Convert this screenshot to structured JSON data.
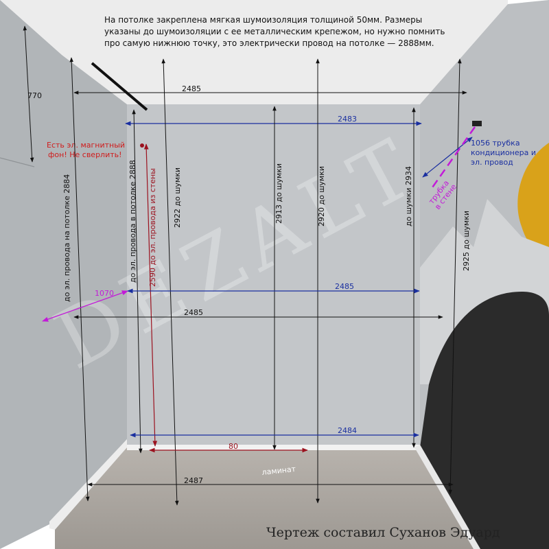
{
  "note": {
    "line1": "На потолке закреплена мягкая шумоизоляция толщиной 50мм. Размеры",
    "line2": "указаны до шумоизоляции с ее металлическим крепежом, но нужно помнить",
    "line3": "про самую нижнюю точку, это электрически провод на потолке — 2888мм."
  },
  "warning": {
    "line1": "Есть эл. магнитный",
    "line2": "фон! Не сверлить!"
  },
  "dims": {
    "left_wall_top": "770",
    "ceiling_width": "2485",
    "back_top_width": "2483",
    "back_mid_width": "2485",
    "front_mid_width": "2485",
    "back_bottom_width": "2484",
    "floor_front_width": "2487",
    "floor_gap": "80",
    "left_side_depth": "1070",
    "left_height_label": "до эл. провода на потолке 2884",
    "inner_left_height_label": "до эл. провода в потолке 2888",
    "wire_height_label": "2590 до эл. провода из стены",
    "height_2922": "2922 до шумки",
    "height_2913": "2913 до шумки",
    "height_2920": "2920 до шумки",
    "height_2934": "до шумки 2934",
    "height_2925": "2925 до шумки"
  },
  "ac": {
    "line1": "1056 трубка",
    "line2": "кондиционера и",
    "line3": "эл. провод",
    "pipe_line1": "трубка",
    "pipe_line2": "в стене"
  },
  "floor_label": "ламинат",
  "watermark": "DEZALT",
  "author": "Чертеж составил Суханов Эдуард",
  "colors": {
    "blue": "#1a2fa0",
    "red": "#9b111e",
    "purple": "#c21ad8",
    "warning": "#d01c1c",
    "mustard": "#d9a21a"
  }
}
